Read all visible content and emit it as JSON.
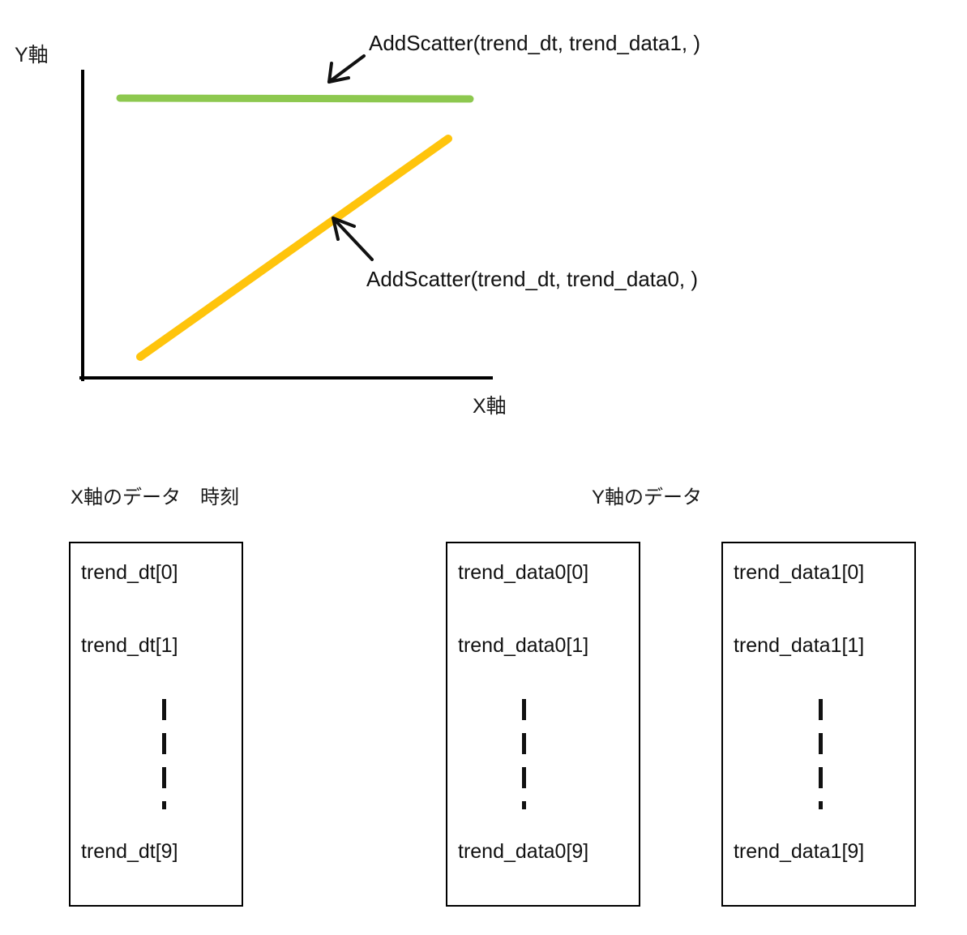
{
  "chart": {
    "y_axis_label": "Y軸",
    "x_axis_label": "X軸",
    "callouts": [
      {
        "id": "green",
        "text": "AddScatter(trend_dt, trend_data1, )"
      },
      {
        "id": "orange",
        "text": "AddScatter(trend_dt, trend_data0, )"
      }
    ],
    "series": [
      {
        "name": "trend_data1",
        "color": "#8DC84F",
        "style": "flat-horizontal"
      },
      {
        "name": "trend_data0",
        "color": "#FFC40C",
        "style": "rising-diagonal"
      }
    ],
    "axis_color": "#000000"
  },
  "data_section": {
    "heading_x": "X軸のデータ　時刻",
    "heading_y": "Y軸のデータ",
    "boxes": [
      {
        "id": "trend_dt",
        "cells": [
          "trend_dt[0]",
          "trend_dt[1]",
          "trend_dt[9]"
        ]
      },
      {
        "id": "trend_data0",
        "cells": [
          "trend_data0[0]",
          "trend_data0[1]",
          "trend_data0[9]"
        ]
      },
      {
        "id": "trend_data1",
        "cells": [
          "trend_data1[0]",
          "trend_data1[1]",
          "trend_data1[9]"
        ]
      }
    ]
  },
  "chart_data": {
    "type": "line",
    "title": "",
    "xlabel": "X軸",
    "ylabel": "Y軸",
    "grid": false,
    "legend": "none",
    "xlim": [
      0,
      10
    ],
    "ylim": [
      0,
      10
    ],
    "x": [
      0,
      10
    ],
    "series": [
      {
        "name": "trend_data1",
        "color": "#8DC84F",
        "annotation": "AddScatter(trend_dt, trend_data1, )",
        "x": [
          1.0,
          9.5
        ],
        "values": [
          9.2,
          9.1
        ]
      },
      {
        "name": "trend_data0",
        "color": "#FFC40C",
        "annotation": "AddScatter(trend_dt, trend_data0, )",
        "x": [
          1.5,
          9.0
        ],
        "values": [
          0.7,
          7.8
        ]
      }
    ]
  }
}
